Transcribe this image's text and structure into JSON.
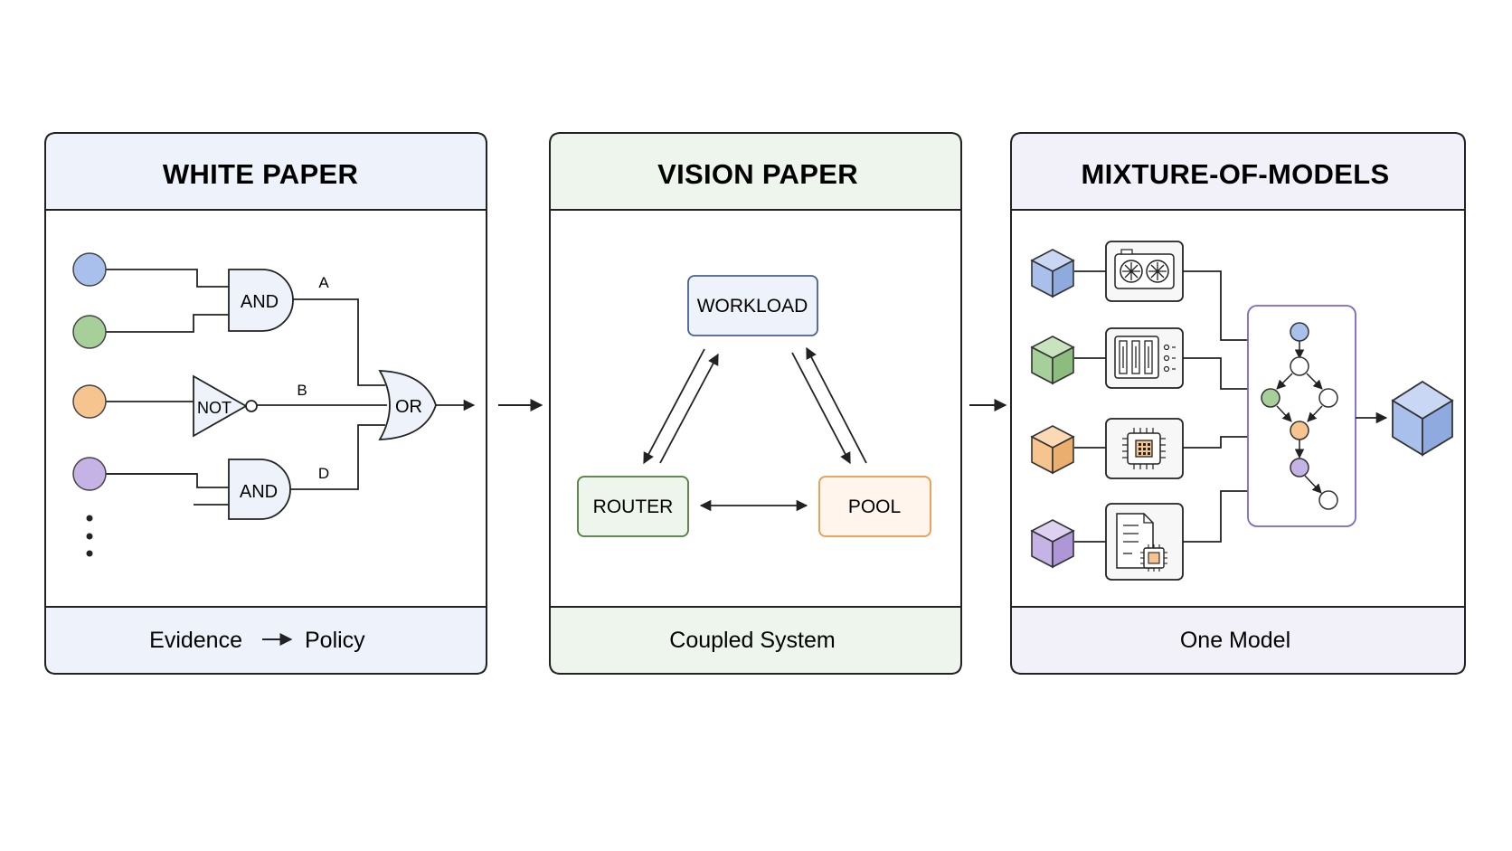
{
  "panels": {
    "white_paper": {
      "title": "WHITE PAPER",
      "footer_left": "Evidence",
      "footer_right": "Policy",
      "gates": {
        "and_top": "AND",
        "not": "NOT",
        "or": "OR",
        "and_bottom": "AND"
      },
      "wire_labels": {
        "a": "A",
        "b": "B",
        "d": "D"
      },
      "input_colors": [
        "#a9c0ec",
        "#a7cf9a",
        "#f6c48f",
        "#c6b3e6"
      ],
      "ellipsis_icon": "vertical-ellipsis"
    },
    "vision_paper": {
      "title": "VISION PAPER",
      "footer": "Coupled System",
      "nodes": {
        "workload": "WORKLOAD",
        "router": "ROUTER",
        "pool": "POOL"
      },
      "colors": {
        "workload": "#4a5f91",
        "router": "#4f7a3f",
        "pool": "#e59a4c"
      }
    },
    "mixture_of_models": {
      "title": "MIXTURE-OF-MODELS",
      "footer": "One Model",
      "model_colors": [
        "#a9c0ec",
        "#a7cf9a",
        "#f6c48f",
        "#c6b3e6"
      ],
      "hardware_icons": [
        "gpu-card-icon",
        "server-rack-icon",
        "chip-icon",
        "document-chip-icon"
      ],
      "output_cube_color": "#a9c0ec",
      "graph_border_color": "#7b67c2"
    }
  },
  "theme": {
    "header_white": "#eef2fb",
    "header_vision": "#eef5ec",
    "header_mixture": "#f2f0f8",
    "line": "#222222"
  }
}
